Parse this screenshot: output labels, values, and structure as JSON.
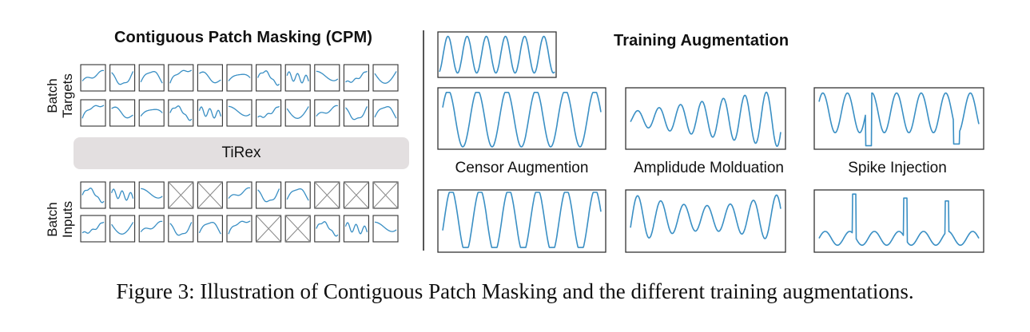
{
  "left_section": {
    "title": "Contiguous Patch Masking (CPM)",
    "targets_label_line1": "Batch",
    "targets_label_line2": "Targets",
    "inputs_label_line1": "Batch",
    "inputs_label_line2": "Inputs",
    "model_name": "TiRex"
  },
  "right_section": {
    "title": "Training Augmentation",
    "augmentations": [
      {
        "label": "Censor Augmention"
      },
      {
        "label": "Amplidude Molduation"
      },
      {
        "label": "Spike Injection"
      }
    ]
  },
  "caption": "Figure 3: Illustration of Contiguous Patch Masking and the different training augmentations.",
  "colors": {
    "line": "#3a8fc4",
    "frame": "#333333",
    "tirex_bg": "#e3dfe0",
    "mask_cross": "#888888"
  },
  "mask_pattern": {
    "input_row_1": [
      false,
      false,
      false,
      true,
      true,
      false,
      false,
      false,
      true,
      true,
      true
    ],
    "input_row_2": [
      false,
      false,
      false,
      false,
      false,
      false,
      true,
      true,
      false,
      false,
      false
    ]
  }
}
